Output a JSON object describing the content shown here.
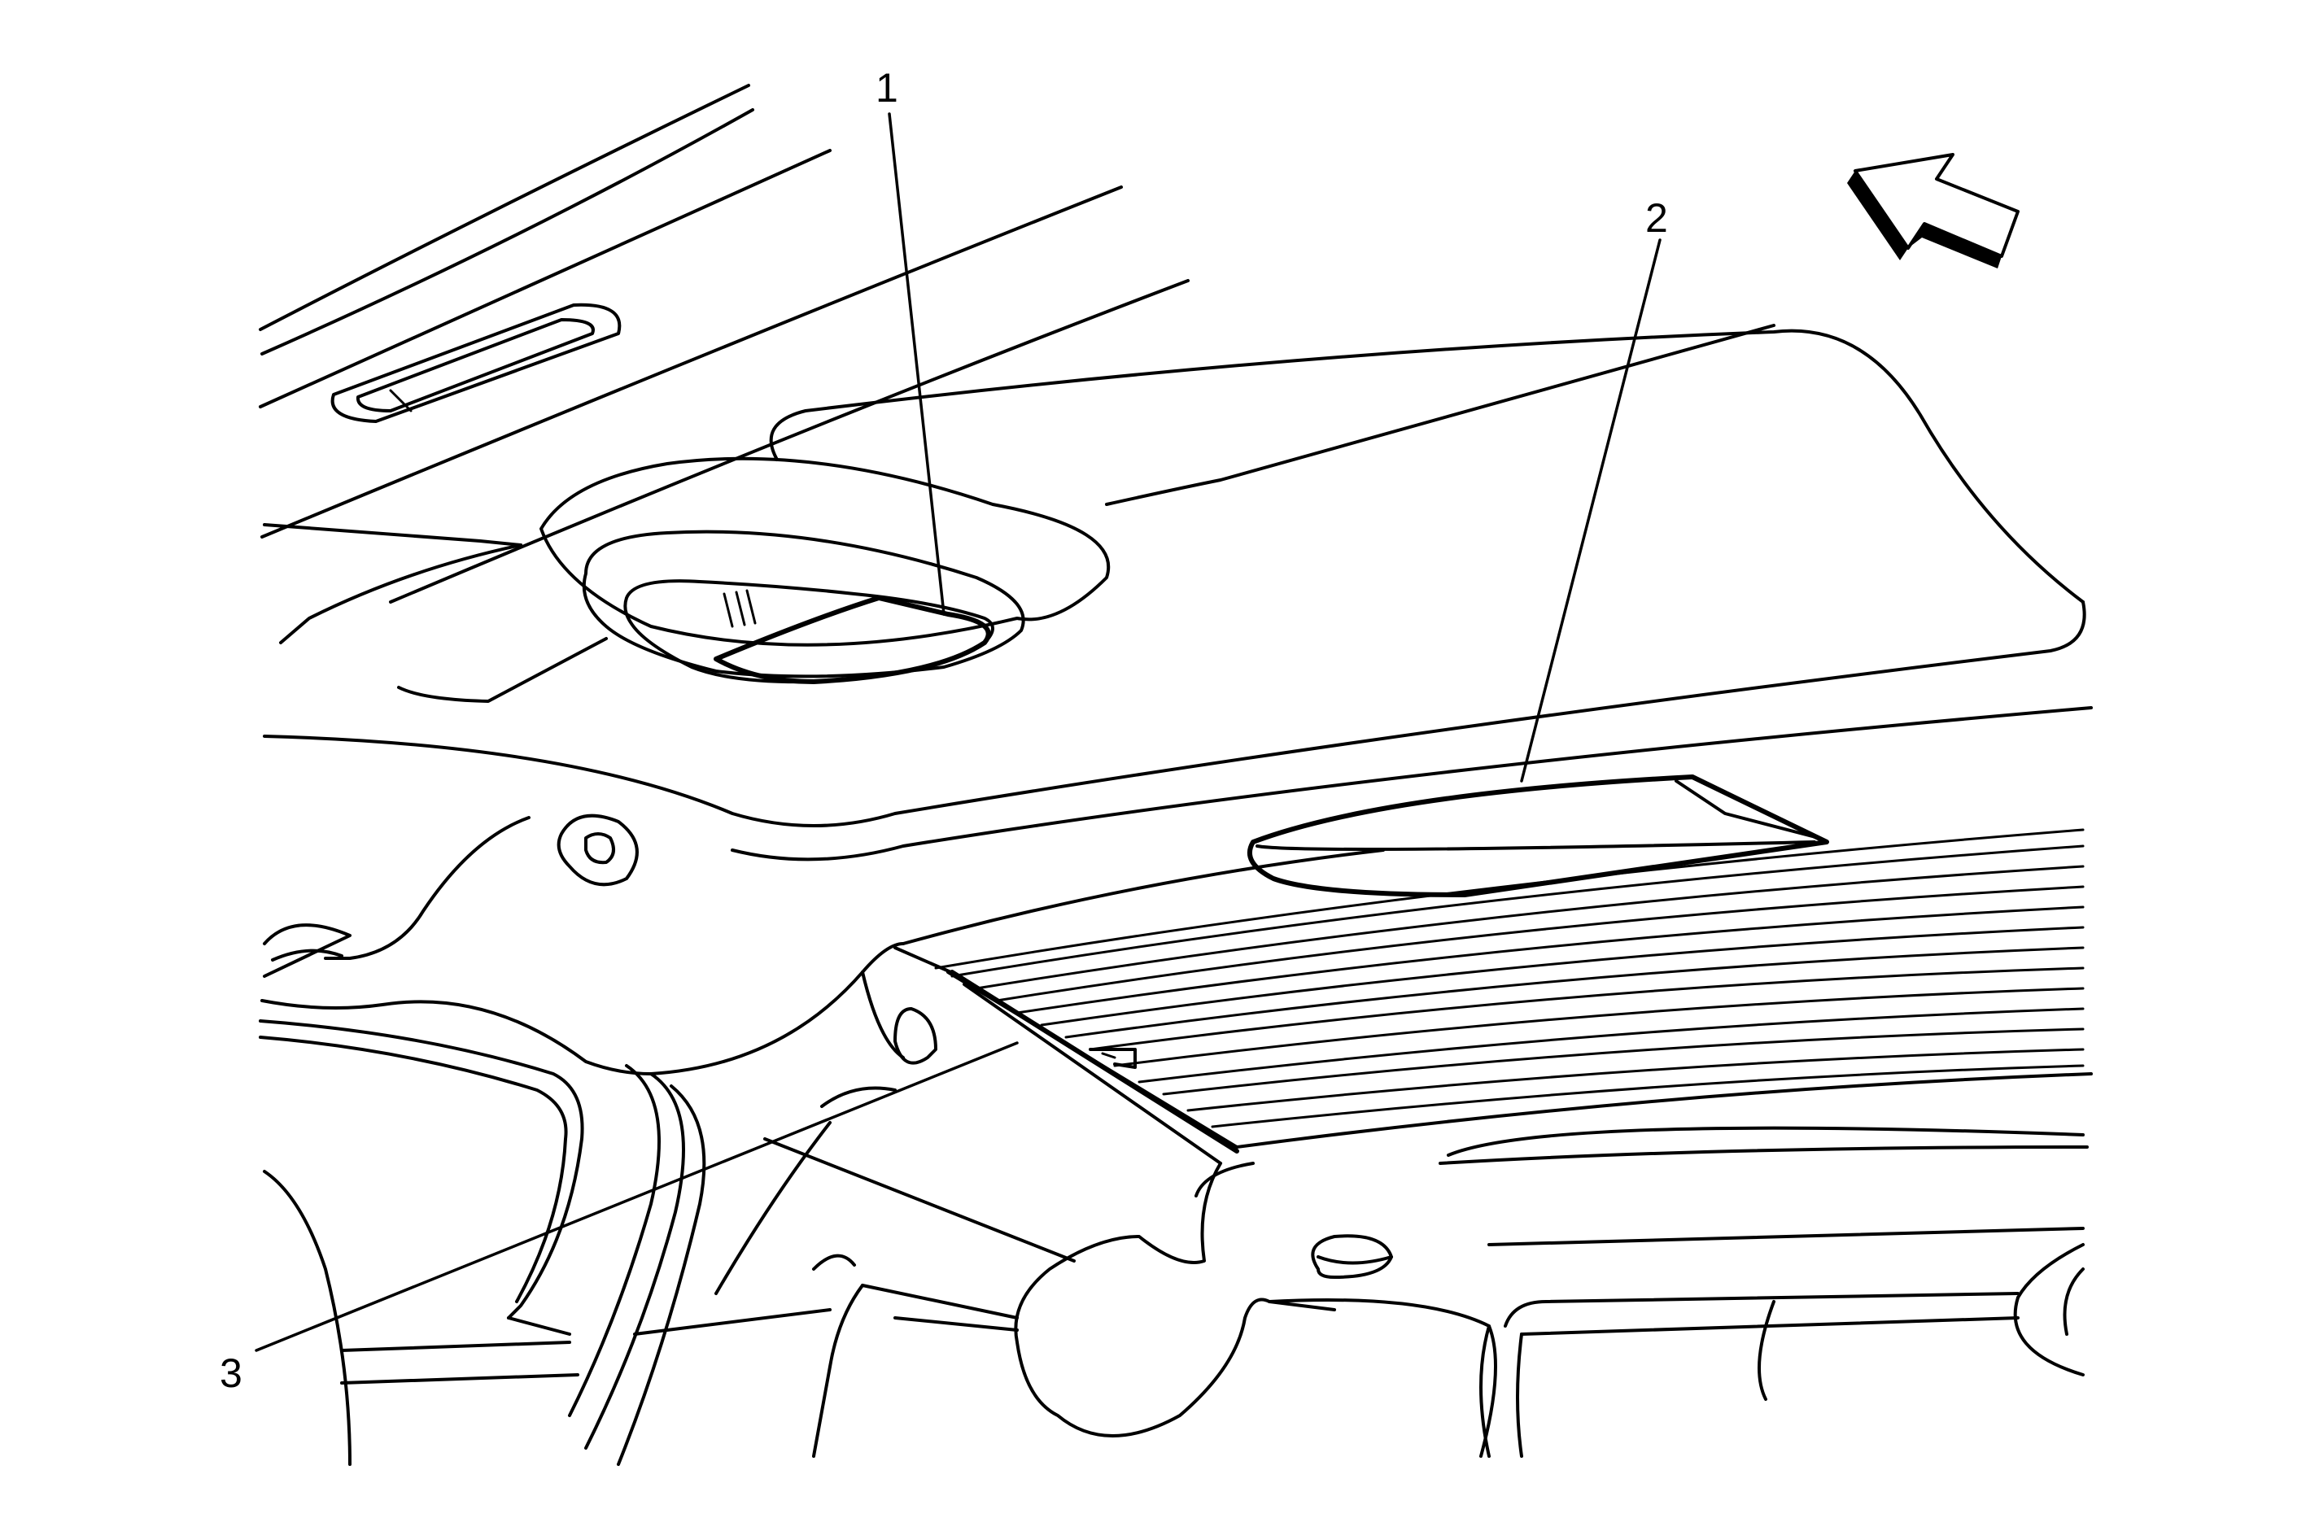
{
  "callouts": {
    "c1": "1",
    "c2": "2",
    "c3": "3"
  },
  "colors": {
    "line": "#000000",
    "background": "#ffffff"
  },
  "icons": {
    "direction_arrow": "front-direction-arrow-icon"
  }
}
